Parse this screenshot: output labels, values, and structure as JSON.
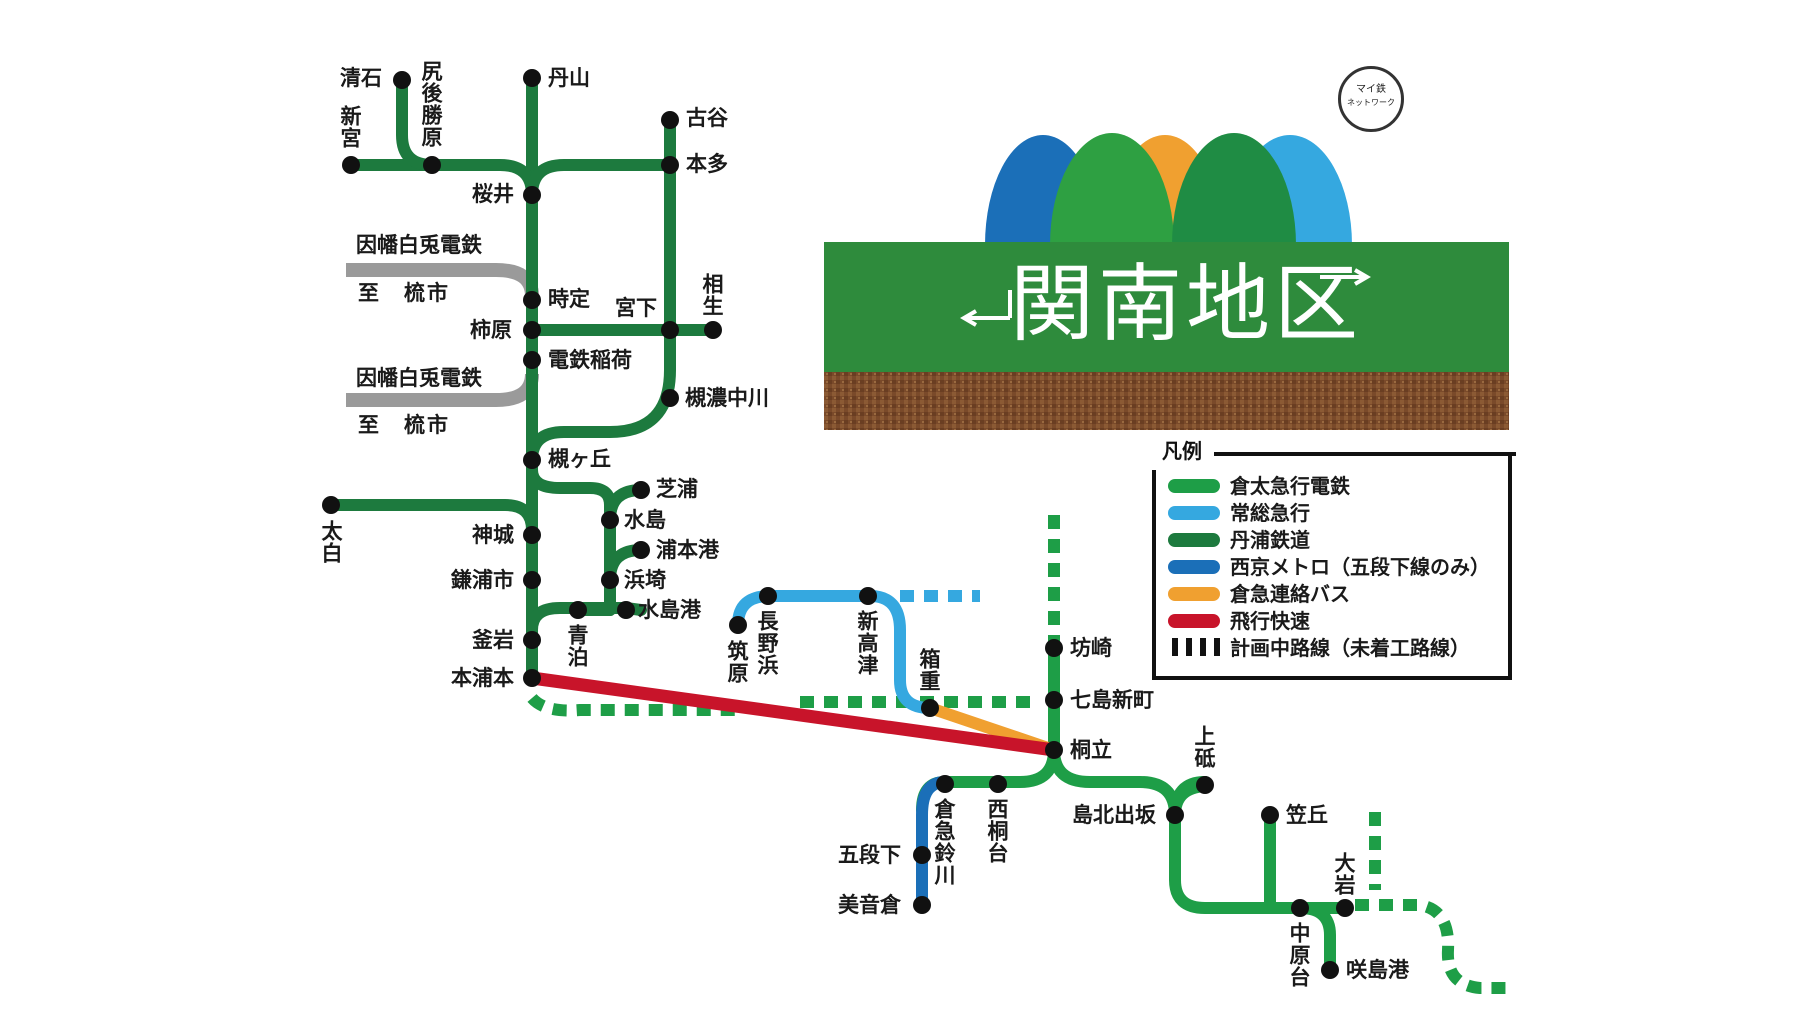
{
  "title": "関南地区",
  "logo_text": [
    "マイ鉄",
    "ネットワーク"
  ],
  "legend": {
    "title": "凡例",
    "items": [
      {
        "label": "倉太急行電鉄",
        "color": "#1e9e47",
        "style": "solid"
      },
      {
        "label": "常総急行",
        "color": "#35a8e0",
        "style": "solid"
      },
      {
        "label": "丹浦鉄道",
        "color": "#1d7a3e",
        "style": "solid"
      },
      {
        "label": "西京メトロ（五段下線のみ）",
        "color": "#1b6fb8",
        "style": "solid"
      },
      {
        "label": "倉急連絡バス",
        "color": "#f0a030",
        "style": "solid"
      },
      {
        "label": "飛行快速",
        "color": "#c8142a",
        "style": "solid"
      },
      {
        "label": "計画中路線（未着工路線）",
        "color": "#111111",
        "style": "dashed"
      }
    ]
  },
  "colors": {
    "kurata": "#1e9e47",
    "joso": "#35a8e0",
    "tanura": "#1d7a3e",
    "metro": "#1b6fb8",
    "bus": "#f0a030",
    "rapid": "#c8142a",
    "external": "#9a9a9a",
    "station": "#111111",
    "banner_green": "#2e8b3c",
    "soil": "#7a4a2a"
  },
  "external_lines": [
    {
      "name": "因幡白兎電鉄",
      "to": "至　梳市"
    },
    {
      "name": "因幡白兎電鉄",
      "to": "至　梳市"
    }
  ],
  "stations": {
    "kiyoishi": "清石",
    "shinmiya": "新宮",
    "shirigo": "尻後勝原",
    "tanzan": "丹山",
    "furuya": "古谷",
    "honda": "本多",
    "sakurai": "桜井",
    "jitei": "時定",
    "miyashita": "宮下",
    "aisei": "相生",
    "kakihara": "柿原",
    "dentetsu": "電鉄稲荷",
    "tsukino_nakagawa": "槻濃中川",
    "tsukigaoka": "槻ヶ丘",
    "shibaura": "芝浦",
    "mizushima": "水島",
    "uramotokou": "浦本港",
    "hamazaki": "浜埼",
    "mizushimakou": "水島港",
    "taihaku": "太白",
    "jinjo": "神城",
    "kamauraichi": "鎌浦市",
    "aodomari": "青泊",
    "kamaiwa": "釜岩",
    "honuramoto": "本浦本",
    "chikuhara": "筑原",
    "nagano_hama": "長野浜",
    "shintakatsu": "新高津",
    "hakoshige": "箱重",
    "bouzaki": "坊崎",
    "nanashima": "七島新町",
    "kiritate": "桐立",
    "uwato": "上砥",
    "toukita": "島北出坂",
    "kasaoka": "笠丘",
    "oiwa": "大岩",
    "nakaharadai": "中原台",
    "sakishimakou": "咲島港",
    "kurakyu_suzukawa": "倉急鈴川",
    "nishikiridai": "西桐台",
    "godanshita": "五段下",
    "mine_kura": "美音倉"
  }
}
